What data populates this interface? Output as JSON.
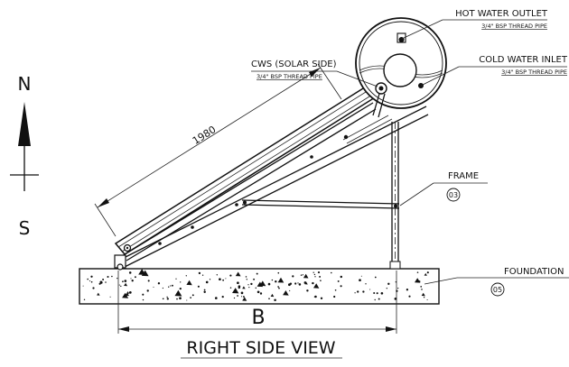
{
  "compass": {
    "north": "N",
    "south": "S"
  },
  "labels": {
    "hot_water_outlet": "HOT WATER OUTLET",
    "hot_water_outlet_spec": "3/4\" BSP THREAD PIPE",
    "cold_water_inlet": "COLD WATER INLET",
    "cold_water_inlet_spec": "3/4\" BSP THREAD PIPE",
    "cws": "CWS (SOLAR SIDE)",
    "cws_spec": "3/4\" BSP THREAD PIPE",
    "frame": "FRAME",
    "frame_num": "03",
    "foundation": "FOUNDATION",
    "foundation_num": "05"
  },
  "dimensions": {
    "panel_length": "1980",
    "base_width": "B"
  },
  "title": "RIGHT SIDE VIEW"
}
